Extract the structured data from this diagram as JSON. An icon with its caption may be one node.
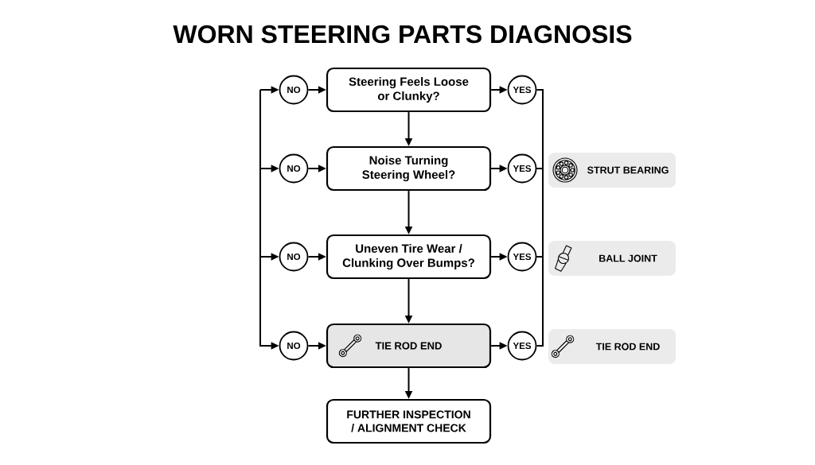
{
  "diagram": {
    "title": "WORN STEERING PARTS DIAGNOSIS",
    "nodes": [
      {
        "text": [
          "Steering Feels Loose or Clunky?"
        ]
      },
      {
        "text": [
          "Noise Turning Steering Wheel?"
        ]
      },
      {
        "text": [
          "Uneven Tire Wear / Clunking Over Bumps?"
        ]
      },
      {
        "text": [
          "TIE ROD END"
        ]
      },
      {
        "text": [
          "FURTHER INSPECTION / ALIGNMENT CHECK"
        ]
      },
      {
        "text": [
          "NO"
        ]
      },
      {
        "text": [
          "NO"
        ]
      },
      {
        "text": [
          "NO"
        ]
      },
      {
        "text": [
          "NO"
        ]
      },
      {
        "text": [
          "YES"
        ]
      },
      {
        "text": [
          "YES"
        ]
      },
      {
        "text": [
          "YES"
        ]
      },
      {
        "text": [
          "YES"
        ]
      },
      {
        "text": [
          "STRUT BEARING"
        ]
      },
      {
        "text": [
          "BALL JOINT"
        ]
      },
      {
        "text": [
          "TIE ROD END"
        ]
      }
    ],
    "edges": [
      {
        "from": 0,
        "to": 1,
        "arrow": "to"
      },
      {
        "from": 1,
        "to": 2,
        "arrow": "to"
      },
      {
        "from": 2,
        "to": 3,
        "arrow": "to"
      },
      {
        "from": 3,
        "to": 4,
        "arrow": "to"
      },
      {
        "from": 5,
        "to": 0,
        "arrow": "to"
      },
      {
        "from": 6,
        "to": 1,
        "arrow": "to"
      },
      {
        "from": 7,
        "to": 2,
        "arrow": "to"
      },
      {
        "from": 8,
        "to": 3,
        "arrow": "to"
      },
      {
        "from": 0,
        "to": 9,
        "arrow": "to"
      },
      {
        "from": 1,
        "to": 10,
        "arrow": "to"
      },
      {
        "from": 2,
        "to": 11,
        "arrow": "to"
      },
      {
        "from": 3,
        "to": 12,
        "arrow": "to"
      },
      {
        "from": null,
        "to": 5,
        "arrow": "to"
      },
      {
        "from": null,
        "to": 6,
        "arrow": "to"
      },
      {
        "from": null,
        "to": 7,
        "arrow": "to"
      },
      {
        "from": null,
        "to": 8,
        "arrow": "to"
      },
      {
        "from": 9,
        "to": 10,
        "arrow": "none"
      },
      {
        "from": 10,
        "to": 11,
        "arrow": "none"
      },
      {
        "from": 11,
        "to": 12,
        "arrow": "none"
      }
    ]
  }
}
